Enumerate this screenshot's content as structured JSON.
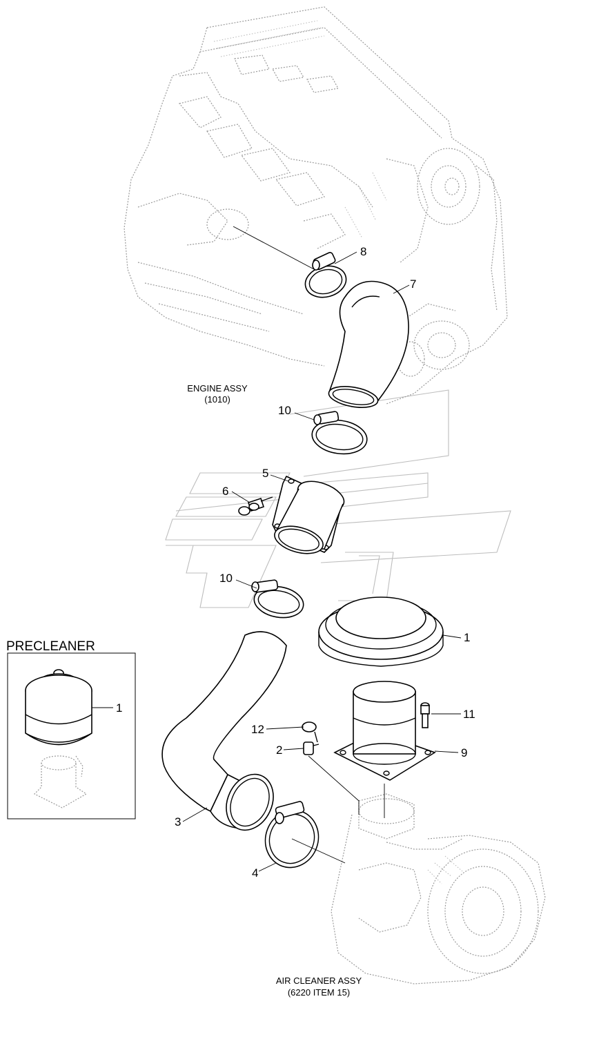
{
  "captions": {
    "engine_line1": "ENGINE ASSY",
    "engine_line2": "(1010)",
    "aircleaner_line1": "AIR CLEANER ASSY",
    "aircleaner_line2": "(6220 ITEM 15)",
    "precleaner_title": "PRECLEANER"
  },
  "callouts": {
    "c8": "8",
    "c7": "7",
    "c10a": "10",
    "c5": "5",
    "c6": "6",
    "c10b": "10",
    "c1": "1",
    "c11": "11",
    "c12": "12",
    "c2": "2",
    "c9": "9",
    "c3": "3",
    "c4": "4",
    "c1_pre": "1"
  }
}
